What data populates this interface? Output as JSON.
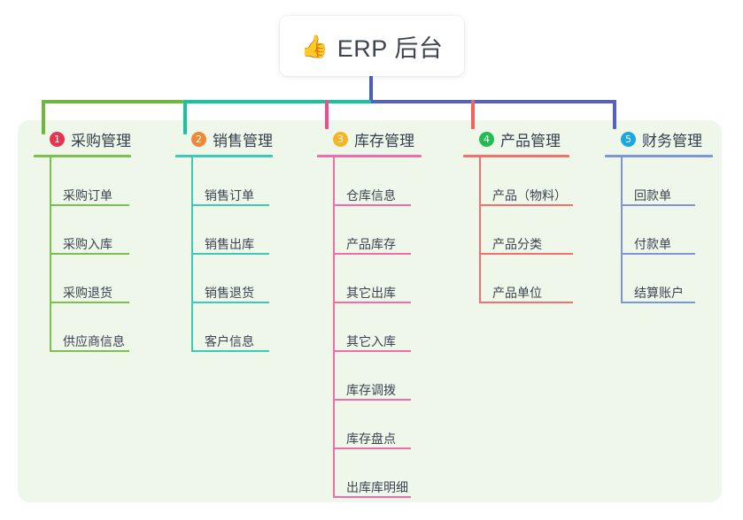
{
  "root": {
    "icon": "thumbs-up-icon",
    "icon_glyph": "👍",
    "title": "ERP 后台"
  },
  "canvas": {
    "panel_color": "#eef7ea",
    "background": "#ffffff",
    "stem_color": "#4a5bc4"
  },
  "connectors": {
    "bar_segments": [
      {
        "name": "segment-green",
        "color": "#6eb83c"
      },
      {
        "name": "segment-teal",
        "color": "#15c4a0"
      },
      {
        "name": "segment-blue",
        "color": "#5260c8"
      }
    ],
    "drops": [
      {
        "name": "drop-purchase",
        "color": "#6eb83c"
      },
      {
        "name": "drop-sales",
        "color": "#15c4a0"
      },
      {
        "name": "drop-inventory",
        "color": "#ef4e8e"
      },
      {
        "name": "drop-product",
        "color": "#f4605e"
      },
      {
        "name": "drop-finance",
        "color": "#5260c8"
      }
    ]
  },
  "columns": [
    {
      "id": "purchase",
      "number": "1",
      "badge_color": "#e8354f",
      "line_color": "#7dbf4f",
      "title": "采购管理",
      "items": [
        "采购订单",
        "采购入库",
        "采购退货",
        "供应商信息"
      ]
    },
    {
      "id": "sales",
      "number": "2",
      "badge_color": "#f0883a",
      "line_color": "#3ec9b6",
      "title": "销售管理",
      "items": [
        "销售订单",
        "销售出库",
        "销售退货",
        "客户信息"
      ]
    },
    {
      "id": "inventory",
      "number": "3",
      "badge_color": "#f5b525",
      "line_color": "#f36ca8",
      "title": "库存管理",
      "items": [
        "仓库信息",
        "产品库存",
        "其它出库",
        "其它入库",
        "库存调拨",
        "库存盘点",
        "出库库明细"
      ]
    },
    {
      "id": "product",
      "number": "4",
      "badge_color": "#23bb52",
      "line_color": "#f4706a",
      "title": "产品管理",
      "items": [
        "产品（物料）",
        "产品分类",
        "产品单位"
      ]
    },
    {
      "id": "finance",
      "number": "5",
      "badge_color": "#1ba8e0",
      "line_color": "#7d96d8",
      "title": "财务管理",
      "items": [
        "回款单",
        "付款单",
        "结算账户"
      ]
    }
  ],
  "layout": {
    "column_left": [
      38,
      198,
      358,
      523,
      683
    ],
    "head_rule_width": [
      110,
      110,
      118,
      120,
      122
    ],
    "leaf_rule_width": [
      90,
      88,
      88,
      106,
      84
    ]
  }
}
